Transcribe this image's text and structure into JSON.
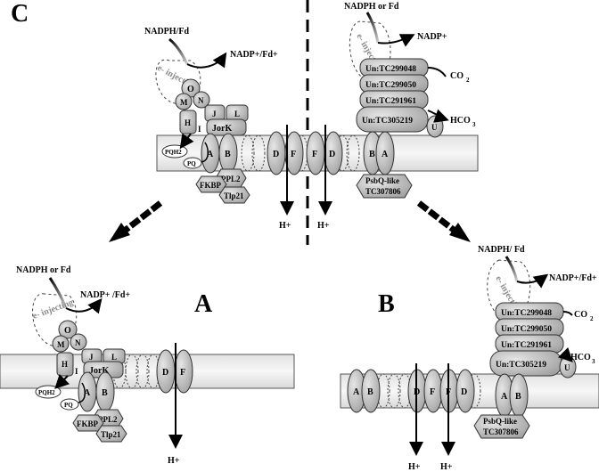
{
  "panels": {
    "C": "C",
    "A": "A",
    "B": "B"
  },
  "complex_i": {
    "donor_left": "NADPH/Fd",
    "product_left": "NADP+/Fd+",
    "donor_a": "NADPH or Fd",
    "product_a": "NADP+ /Fd+",
    "injecting": "e- injecting",
    "sub_o": "O",
    "sub_m": "M",
    "sub_n": "N",
    "sub_h": "H",
    "sub_j": "J",
    "sub_l": "L",
    "sub_i": "I",
    "jork": "JorK",
    "sub_a": "A",
    "sub_b": "B",
    "ppl2": "PPL2",
    "fkbp": "FKBP",
    "tlp21": "Tlp21",
    "pqh2": "PQH2",
    "pq": "PQ"
  },
  "membrane": {
    "d": "D",
    "f": "F",
    "a": "A",
    "b": "B"
  },
  "proton": "H+",
  "cyano": {
    "donor_right": "NADPH or Fd",
    "product_right": "NADP+",
    "donor_b": "NADPH/ Fd",
    "product_b": "NADP+/Fd+",
    "injecting": "e- injecting",
    "un1": "Un:TC299048",
    "un2": "Un:TC299050",
    "un3": "Un:TC291961",
    "un4": "Un:TC305219",
    "u": "U",
    "co2": "CO",
    "co2_sub": "2",
    "hco3": "HCO",
    "hco3_sub": "3",
    "psbq1": "PsbQ-like",
    "psbq2": "TC307806"
  }
}
